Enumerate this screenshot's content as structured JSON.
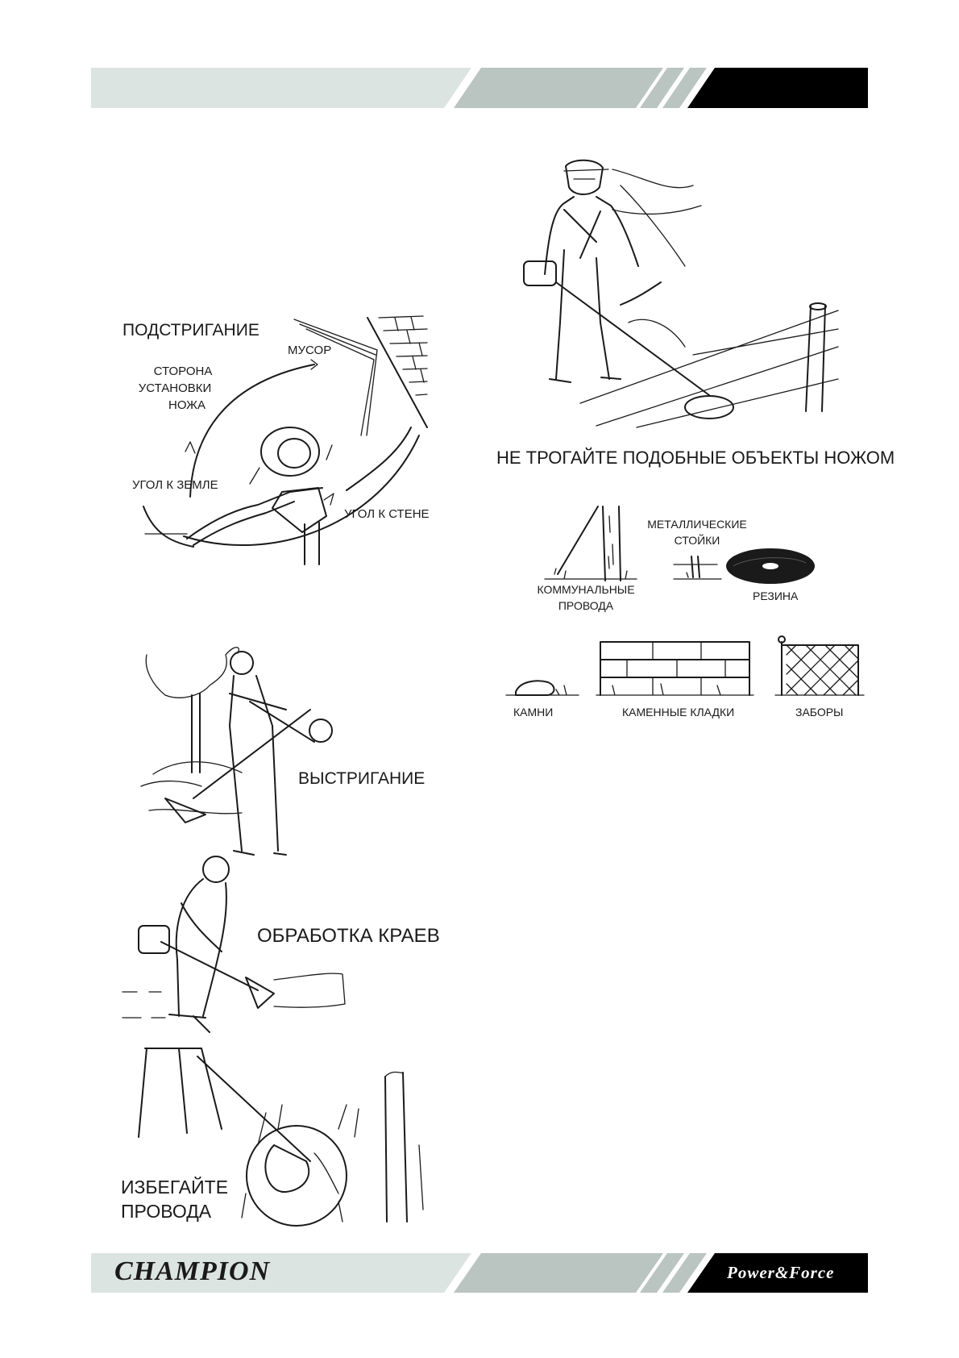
{
  "colors": {
    "band_light": "#dce4e1",
    "band_mid": "#bac4c1",
    "band_dark": "#000000",
    "ink": "#1a1a1a"
  },
  "trimming": {
    "title": "ПОДСТРИГАНИЕ",
    "debris": "МУСОР",
    "blade_side": [
      "СТОРОНА",
      "УСТАНОВКИ",
      "НОЖА"
    ],
    "ground_angle": "УГОЛ К ЗЕМЛЕ",
    "wall_angle": "УГОЛ К СТЕНЕ"
  },
  "scalping": {
    "title": "ВЫСТРИГАНИЕ"
  },
  "edging": {
    "title": "ОБРАБОТКА КРАЕВ"
  },
  "avoid_wires": {
    "title_lines": [
      "ИЗБЕГАЙТЕ",
      "ПРОВОДА"
    ]
  },
  "warning": {
    "title": "НЕ ТРОГАЙТЕ ПОДОБНЫЕ ОБЪЕКТЫ НОЖОМ",
    "objects": {
      "metal_posts": [
        "МЕТАЛЛИЧЕСКИЕ",
        "СТОЙКИ"
      ],
      "utility_wires": [
        "КОММУНАЛЬНЫЕ",
        "ПРОВОДА"
      ],
      "rubber": "РЕЗИНА",
      "stones": "КАМНИ",
      "masonry": "КАМЕННЫЕ КЛАДКИ",
      "fences": "ЗАБОРЫ"
    }
  },
  "footer": {
    "logo": "CHAMPION",
    "slogan": "Power&Force"
  }
}
